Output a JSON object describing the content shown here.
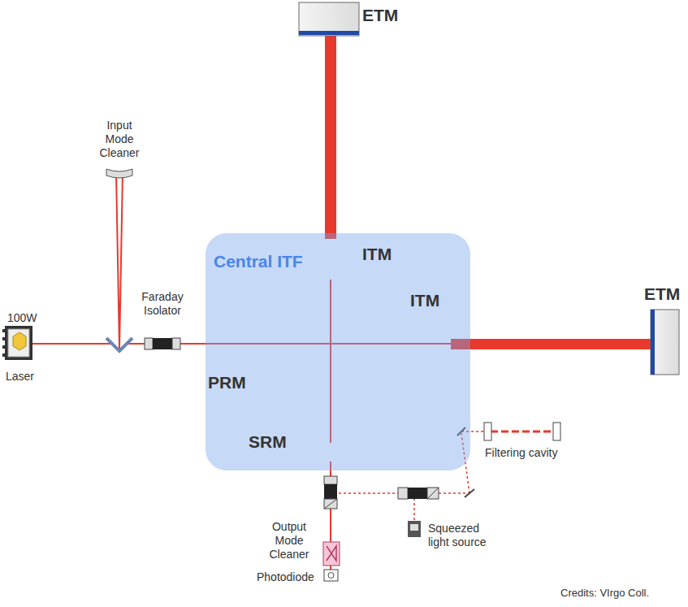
{
  "diagram": {
    "nodes": [
      {
        "text": [
          "Central ITF"
        ]
      }
    ],
    "labels": [
      "Input Mode Cleaner",
      "100W",
      "Laser",
      "Faraday Isolator",
      "ETM",
      "ITM",
      "ITM",
      "ETM",
      "PRM",
      "SRM",
      "Filtering cavity",
      "Squeezed light source",
      "Output Mode Cleaner",
      "Photodiode",
      "Credits: VIrgo Coll."
    ]
  }
}
